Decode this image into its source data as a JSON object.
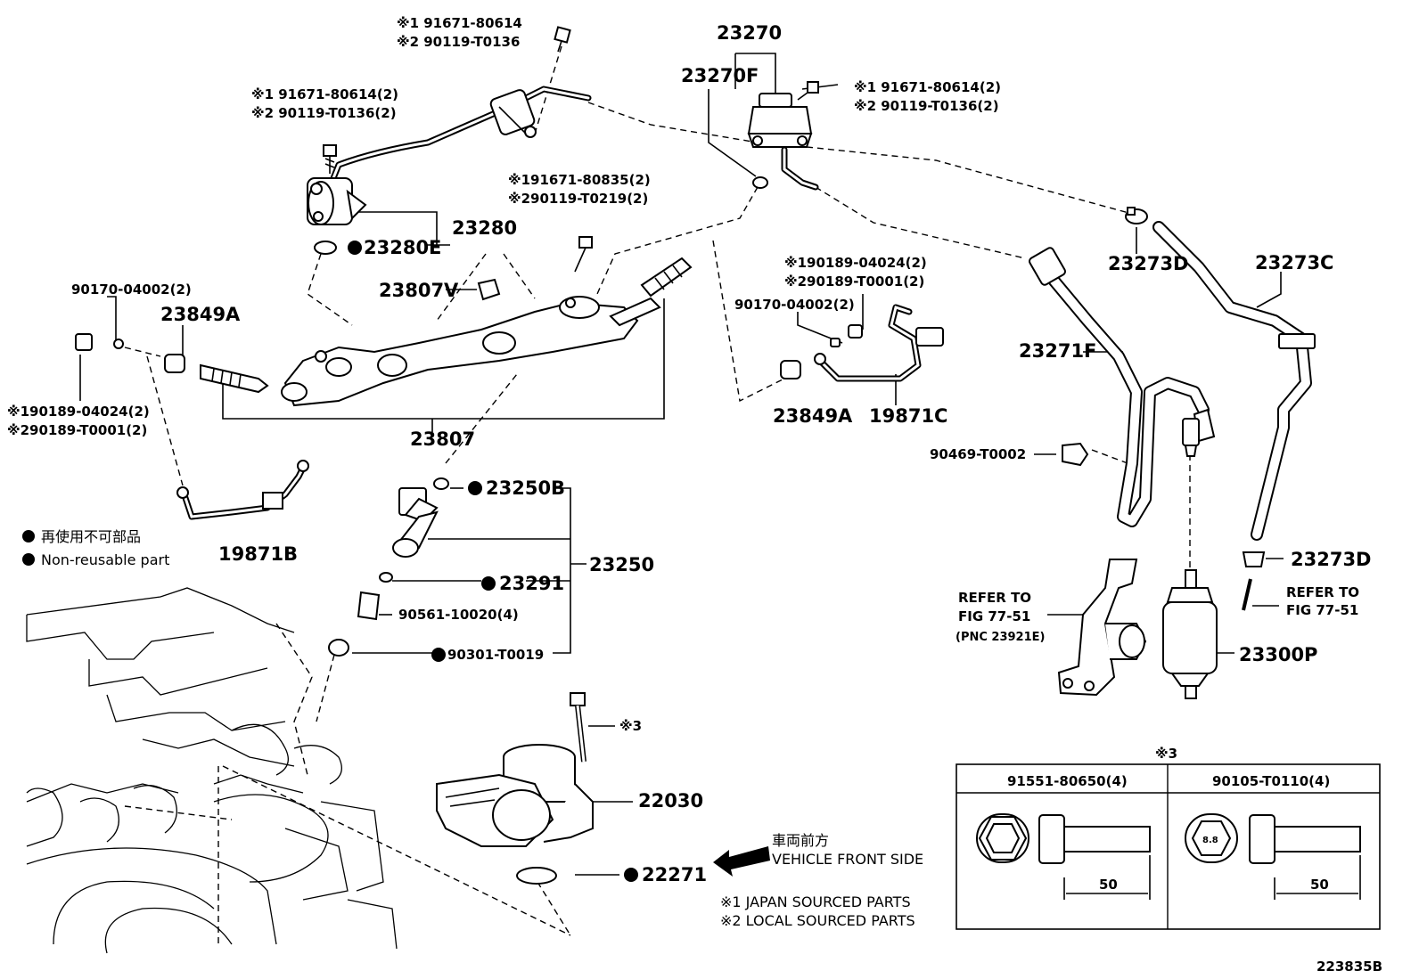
{
  "labels": {
    "p1_j": "※1  91671-80614",
    "p1_l": "※2  90119-T0136",
    "p2_j": "※1  91671-80614(2)",
    "p2_l": "※2  90119-T0136(2)",
    "p23270": "23270",
    "p23270F": "23270F",
    "p3_j": "※1  91671-80614(2)",
    "p3_l": "※2  90119-T0136(2)",
    "p4_j": "※191671-80835(2)",
    "p4_l": "※290119-T0219(2)",
    "p23280": "23280",
    "p23280E": "23280E",
    "p23273D_top": "23273D",
    "p23273C": "23273C",
    "p23807V": "23807V",
    "p90170_left": "90170-04002(2)",
    "p23849A_left": "23849A",
    "p5_j": "※190189-04024(2)",
    "p5_l": "※290189-T0001(2)",
    "p90170_right": "90170-04002(2)",
    "p23271F": "23271F",
    "p6_j": "※190189-04024(2)",
    "p6_l": "※290189-T0001(2)",
    "p23807": "23807",
    "p23849A_right": "23849A",
    "p19871C": "19871C",
    "p90469": "90469-T0002",
    "p23250B": "23250B",
    "p19871B": "19871B",
    "legend_jp": "再使用不可部品",
    "legend_en": "Non-reusable part",
    "p23250": "23250",
    "p23291": "23291",
    "p23273D_bot": "23273D",
    "p90561": "90561-10020(4)",
    "refer1_a": "REFER  TO",
    "refer1_b": "FIG  77-51",
    "refer1_c": "(PNC  23921E)",
    "refer2_a": "REFER  TO",
    "refer2_b": "FIG  77-51",
    "p90301": "90301-T0019",
    "p23300P": "23300P",
    "mark3": "※3",
    "p22030": "22030",
    "p22271": "22271",
    "front_jp": "車両前方",
    "front_en": "VEHICLE FRONT SIDE",
    "note1": "※1  JAPAN SOURCED PARTS",
    "note2": "※2  LOCAL SOURCED PARTS",
    "diagram_id": "223835B"
  },
  "bolt_table": {
    "header_mark": "※3",
    "col1": "91551-80650(4)",
    "col2": "90105-T0110(4)",
    "dim1": "50",
    "dim2": "50",
    "grade": "8.8"
  }
}
